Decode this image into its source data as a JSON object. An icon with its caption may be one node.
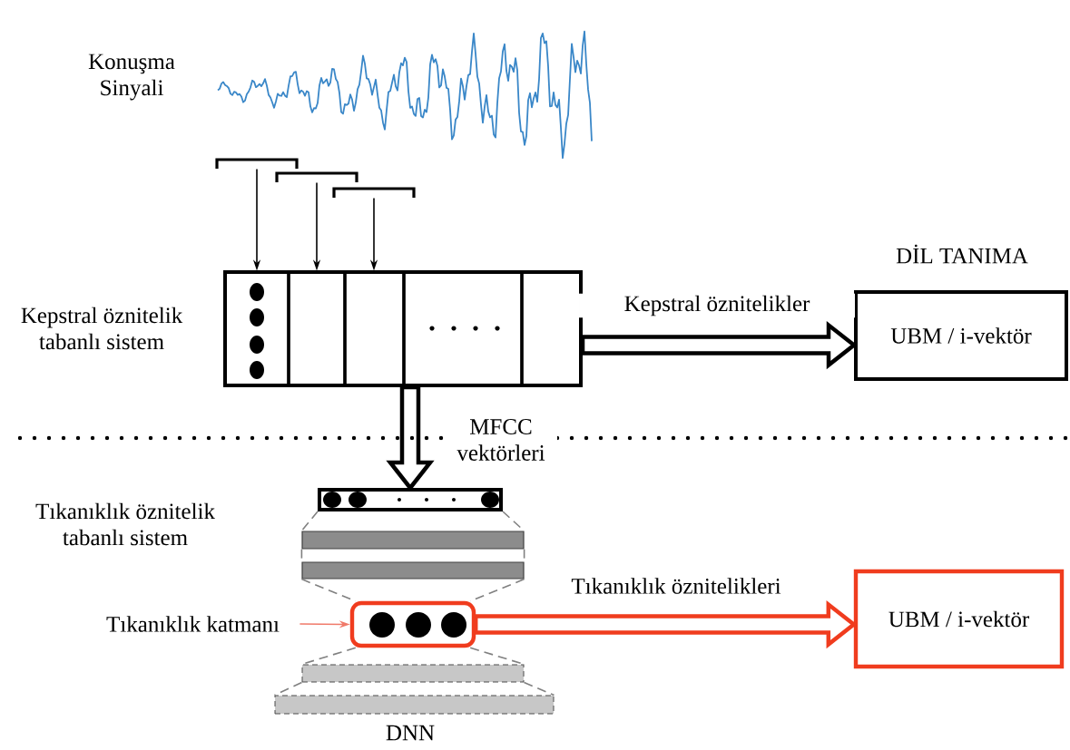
{
  "diagram": {
    "nodes": [
      {
        "text": [],
        "shape": "picture",
        "beside": [
          "Konuşma Sinyali"
        ]
      },
      {
        "text": [],
        "shape": "bracket"
      },
      {
        "text": [],
        "shape": "bracket"
      },
      {
        "text": [],
        "shape": "bracket"
      },
      {
        "text": [],
        "shape": "box",
        "beside": [
          "Kepstral öznitelik tabanlı sistem"
        ]
      },
      {
        "text": [],
        "shape": "box",
        "in": 4
      },
      {
        "text": [],
        "shape": "box",
        "in": 4
      },
      {
        "text": [],
        "shape": "box",
        "in": 4
      },
      {
        "text": [],
        "shape": "box",
        "in": 4
      },
      {
        "text": [],
        "shape": "box",
        "in": 4
      },
      {
        "text": [
          "UBM / i-vektör"
        ]
      },
      {
        "text": [],
        "shape": "bar"
      },
      {
        "text": [],
        "shape": "bar"
      },
      {
        "text": [],
        "shape": "bar"
      },
      {
        "text": [],
        "shape": "box"
      },
      {
        "text": [],
        "shape": "bar"
      },
      {
        "text": [],
        "shape": "bar"
      },
      {
        "text": [
          "UBM / i-vektör"
        ]
      },
      {
        "text": [
          "Tıkanıklık katmanı"
        ]
      }
    ],
    "edges": [
      {
        "from": 1,
        "to": 5,
        "arrow": "to",
        "color": "#000000"
      },
      {
        "from": 2,
        "to": 6,
        "arrow": "to",
        "color": "#000000"
      },
      {
        "from": 3,
        "to": 7,
        "arrow": "to",
        "color": "#000000"
      },
      {
        "from": 4,
        "to": 10,
        "arrow": "to",
        "label": "Kepstral öznitelikler",
        "style": "thick",
        "color": "#000000"
      },
      {
        "from": 4,
        "to": 11,
        "arrow": "to",
        "label": "MFCC vektörleri",
        "style": "thick",
        "color": "#000000"
      },
      {
        "from": 14,
        "to": 17,
        "arrow": "to",
        "label": "Tıkanıklık öznitelikleri",
        "style": "thick",
        "color": "#f03c1e"
      },
      {
        "from": 18,
        "to": 14,
        "arrow": "to",
        "color": "#f07a6a"
      },
      {
        "from": 11,
        "to": 12,
        "arrow": "none",
        "style": "dashed",
        "color": "#808080"
      },
      {
        "from": 11,
        "to": 12,
        "arrow": "none",
        "style": "dashed",
        "color": "#808080"
      },
      {
        "from": 12,
        "to": 13,
        "arrow": "none",
        "style": "dashed",
        "color": "#808080"
      },
      {
        "from": 12,
        "to": 13,
        "arrow": "none",
        "style": "dashed",
        "color": "#808080"
      },
      {
        "from": 13,
        "to": 14,
        "arrow": "none",
        "style": "dashed",
        "color": "#808080"
      },
      {
        "from": 13,
        "to": 14,
        "arrow": "none",
        "style": "dashed",
        "color": "#808080"
      },
      {
        "from": 14,
        "to": 15,
        "arrow": "none",
        "style": "dashed",
        "color": "#808080"
      },
      {
        "from": 14,
        "to": 15,
        "arrow": "none",
        "style": "dashed",
        "color": "#808080"
      },
      {
        "from": 15,
        "to": 16,
        "arrow": "none",
        "style": "dashed",
        "color": "#808080"
      },
      {
        "from": 15,
        "to": 16,
        "arrow": "none",
        "style": "dashed",
        "color": "#808080"
      }
    ],
    "labels": [
      "DİL TANIMA",
      "Tıkanıklık öznitelik tabanlı sistem",
      "DNN"
    ]
  }
}
